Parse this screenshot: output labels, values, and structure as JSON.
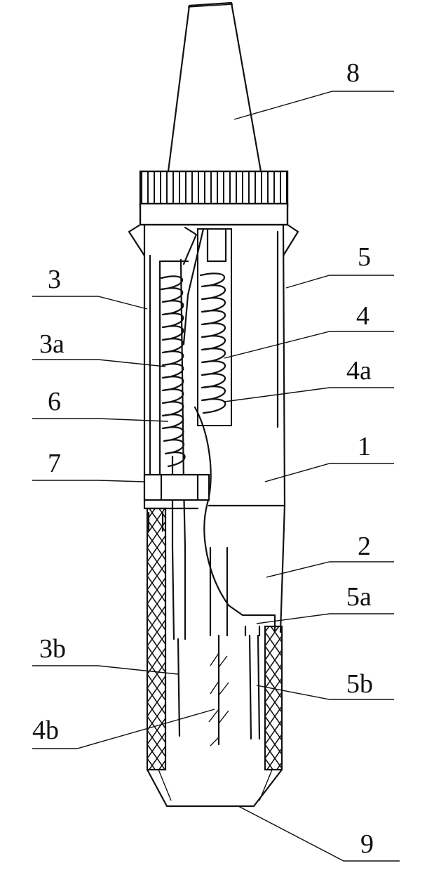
{
  "figure": {
    "labels": {
      "l8": "8",
      "l5": "5",
      "l3": "3",
      "l4": "4",
      "l3a": "3a",
      "l4a": "4a",
      "l6": "6",
      "l1": "1",
      "l7": "7",
      "l2": "2",
      "l5a": "5a",
      "l3b": "3b",
      "l5b": "5b",
      "l4b": "4b",
      "l9": "9"
    }
  }
}
